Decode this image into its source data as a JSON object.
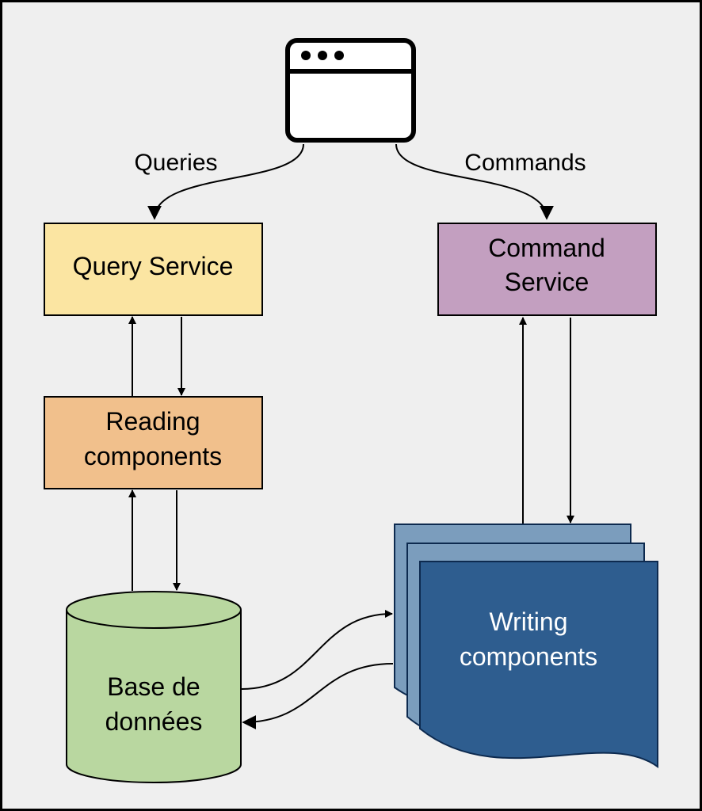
{
  "colors": {
    "background": "#efefef",
    "border": "#000000",
    "query_service": "#fbe5a2",
    "command_service": "#c39fc0",
    "reading_components": "#f1c08c",
    "database": "#b9d7a0",
    "writing_back": "#7b9dbd",
    "writing_front": "#2e5d8f"
  },
  "icons": {
    "client": "browser-window-icon"
  },
  "edges": {
    "queries": "Queries",
    "commands": "Commands"
  },
  "nodes": {
    "query_service": {
      "line1": "Query Service"
    },
    "command_service": {
      "line1": "Command",
      "line2": "Service"
    },
    "reading_components": {
      "line1": "Reading",
      "line2": "components"
    },
    "database": {
      "line1": "Base de",
      "line2": "données"
    },
    "writing_components": {
      "line1": "Writing",
      "line2": "components"
    }
  }
}
